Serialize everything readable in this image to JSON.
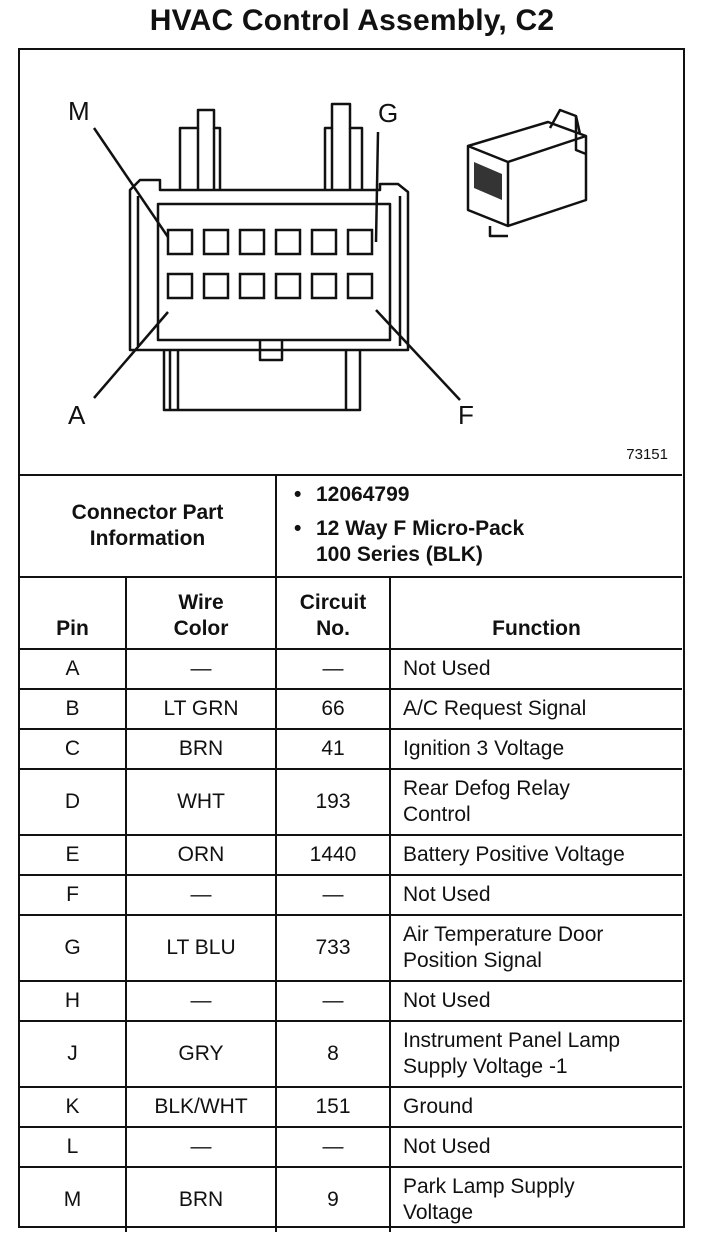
{
  "title": "HVAC Control Assembly, C2",
  "diagram": {
    "pin_labels": {
      "top_left": "M",
      "top_right": "G",
      "bottom_left": "A",
      "bottom_right": "F"
    },
    "figure_number": "73151"
  },
  "connector_info": {
    "label_line1": "Connector Part",
    "label_line2": "Information",
    "items": [
      "12064799",
      "12 Way F Micro-Pack",
      "100 Series (BLK)"
    ]
  },
  "table": {
    "headers": {
      "pin": "Pin",
      "wire_color_1": "Wire",
      "wire_color_2": "Color",
      "circuit_1": "Circuit",
      "circuit_2": "No.",
      "function": "Function"
    },
    "rows": [
      {
        "pin": "A",
        "wire": "—",
        "circuit": "—",
        "fn1": "Not Used",
        "fn2": ""
      },
      {
        "pin": "B",
        "wire": "LT GRN",
        "circuit": "66",
        "fn1": "A/C Request Signal",
        "fn2": ""
      },
      {
        "pin": "C",
        "wire": "BRN",
        "circuit": "41",
        "fn1": "Ignition 3 Voltage",
        "fn2": ""
      },
      {
        "pin": "D",
        "wire": "WHT",
        "circuit": "193",
        "fn1": "Rear Defog Relay",
        "fn2": "Control"
      },
      {
        "pin": "E",
        "wire": "ORN",
        "circuit": "1440",
        "fn1": "Battery Positive Voltage",
        "fn2": ""
      },
      {
        "pin": "F",
        "wire": "—",
        "circuit": "—",
        "fn1": "Not Used",
        "fn2": ""
      },
      {
        "pin": "G",
        "wire": "LT BLU",
        "circuit": "733",
        "fn1": "Air Temperature Door",
        "fn2": "Position Signal"
      },
      {
        "pin": "H",
        "wire": "—",
        "circuit": "—",
        "fn1": "Not Used",
        "fn2": ""
      },
      {
        "pin": "J",
        "wire": "GRY",
        "circuit": "8",
        "fn1": "Instrument Panel Lamp",
        "fn2": "Supply Voltage -1"
      },
      {
        "pin": "K",
        "wire": "BLK/WHT",
        "circuit": "151",
        "fn1": "Ground",
        "fn2": ""
      },
      {
        "pin": "L",
        "wire": "—",
        "circuit": "—",
        "fn1": "Not Used",
        "fn2": ""
      },
      {
        "pin": "M",
        "wire": "BRN",
        "circuit": "9",
        "fn1": "Park Lamp Supply",
        "fn2": "Voltage"
      }
    ]
  }
}
